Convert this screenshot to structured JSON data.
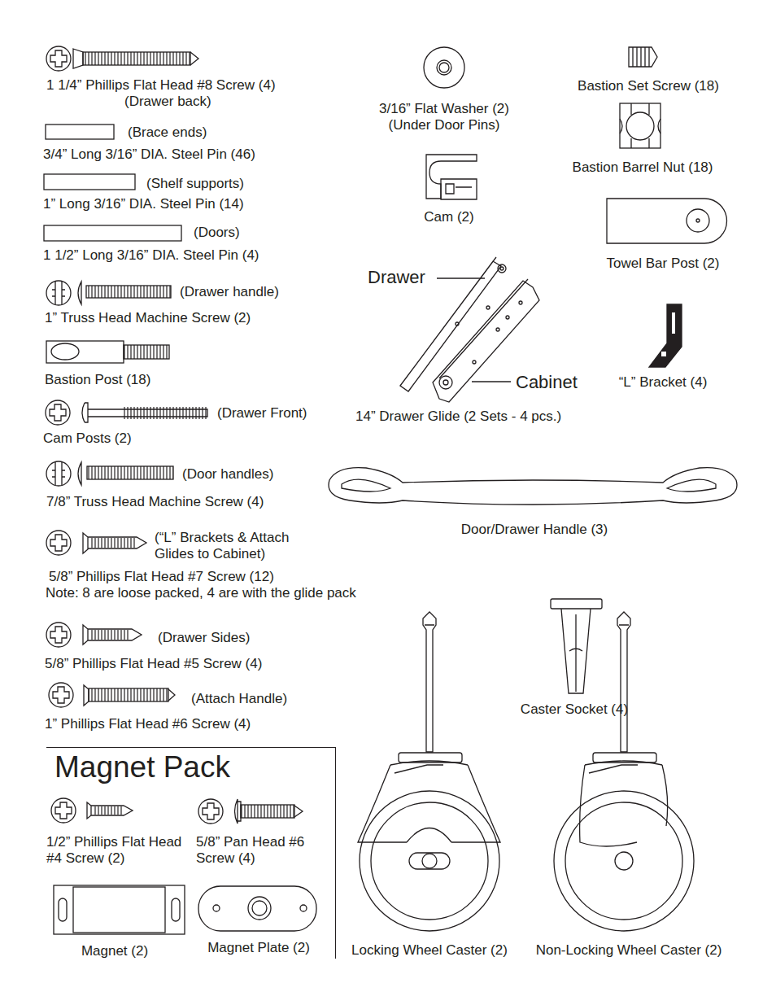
{
  "diagram": {
    "nodes": [
      {
        "text": [
          "Magnet Pack"
        ]
      }
    ],
    "labels": [
      "1 1/4” Phillips Flat Head #8 Screw (4)",
      "(Drawer back)",
      "(Brace ends)",
      "3/4” Long 3/16” DIA. Steel Pin (46)",
      "(Shelf supports)",
      "1” Long 3/16” DIA. Steel Pin (14)",
      "(Doors)",
      "1 1/2” Long 3/16” DIA. Steel Pin (4)",
      "(Drawer handle)",
      "1” Truss Head Machine Screw (2)",
      "Bastion Post (18)",
      "(Drawer Front)",
      "Cam Posts (2)",
      "(Door handles)",
      "7/8” Truss Head Machine Screw (4)",
      "(“L” Brackets & Attach Glides to Cabinet)",
      "5/8” Phillips Flat Head #7 Screw (12)",
      "Note: 8 are loose packed, 4 are with the glide pack",
      "(Drawer Sides)",
      "5/8” Phillips Flat Head #5 Screw (4)",
      "(Attach Handle)",
      "1” Phillips Flat Head #6 Screw (4)",
      "1/2” Phillips Flat Head #4 Screw (2)",
      "5/8” Pan Head #6 Screw (4)",
      "Magnet (2)",
      "Magnet Plate (2)",
      "3/16” Flat Washer (2)",
      "(Under Door Pins)",
      "Cam (2)",
      "Drawer",
      "Cabinet",
      "14” Drawer Glide (2 Sets - 4 pcs.)",
      "Bastion Set Screw (18)",
      "Bastion Barrel Nut (18)",
      "Towel Bar Post (2)",
      "“L” Bracket (4)",
      "Door/Drawer Handle (3)",
      "Caster Socket (4)",
      "Locking Wheel Caster (2)",
      "Non-Locking Wheel Caster (2)"
    ]
  }
}
